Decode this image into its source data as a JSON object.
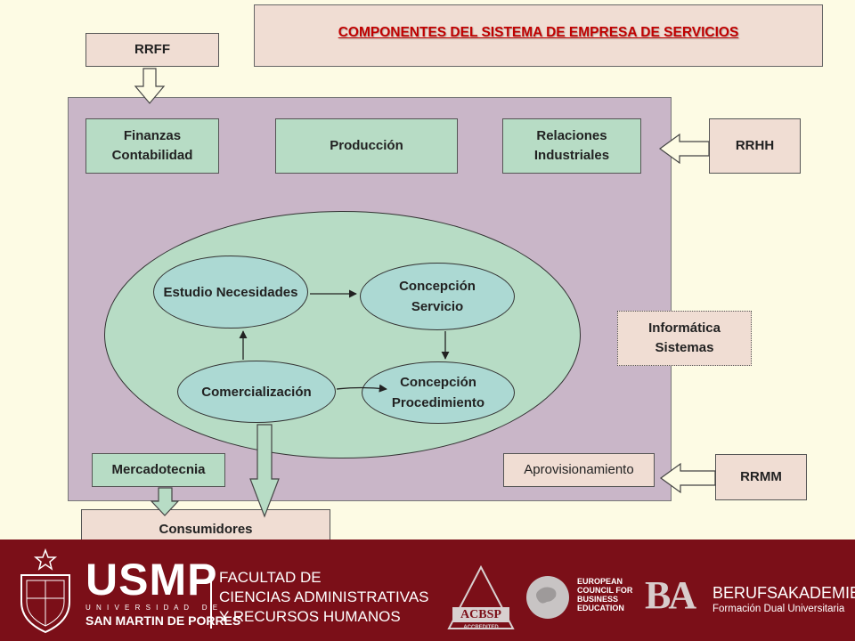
{
  "title": "COMPONENTES DEL SISTEMA DE EMPRESA DE SERVICIOS",
  "inputs": {
    "rrff": "RRFF",
    "rrhh": "RRHH",
    "rrmm": "RRMM"
  },
  "departments": {
    "finanzas": [
      "Finanzas",
      "Contabilidad"
    ],
    "produccion": "Producción",
    "relaciones": [
      "Relaciones",
      "Industriales"
    ],
    "informatica": [
      "Informática",
      "Sistemas"
    ],
    "mercadotecnia": "Mercadotecnia",
    "aprovisionamiento": "Aprovisionamiento"
  },
  "cycle": {
    "estudio": "Estudio Necesidades",
    "servicio": [
      "Concepción",
      "Servicio"
    ],
    "procedimiento": [
      "Concepción",
      "Procedimiento"
    ],
    "comercializacion": "Comercialización"
  },
  "output": "Consumidores",
  "footer": {
    "brand": "USMP",
    "univ_small": "U N I V E R S I D A D   D E",
    "univ_name": "SAN MARTIN DE PORRES",
    "faculty": [
      "FACULTAD DE",
      "CIENCIAS ADMINISTRATIVAS",
      "Y RECURSOS HUMANOS"
    ],
    "acbsp": "ACBSP",
    "acbsp_sub": "ACCREDITED",
    "ecbe": [
      "EUROPEAN",
      "COUNCIL FOR",
      "BUSINESS",
      "EDUCATION"
    ],
    "ba_logo": "BA",
    "ba_name": "BERUFSAKADEMIE",
    "ba_sub": "Formación Dual Universitaria"
  },
  "colors": {
    "background": "#fdfbe4",
    "panel": "#c9b6c8",
    "pink_box": "#f0ddd3",
    "green_box": "#b7dcc5",
    "ellipse_inner": "#acd9d3",
    "title_red": "#c00000",
    "footer": "#7b0f18"
  }
}
